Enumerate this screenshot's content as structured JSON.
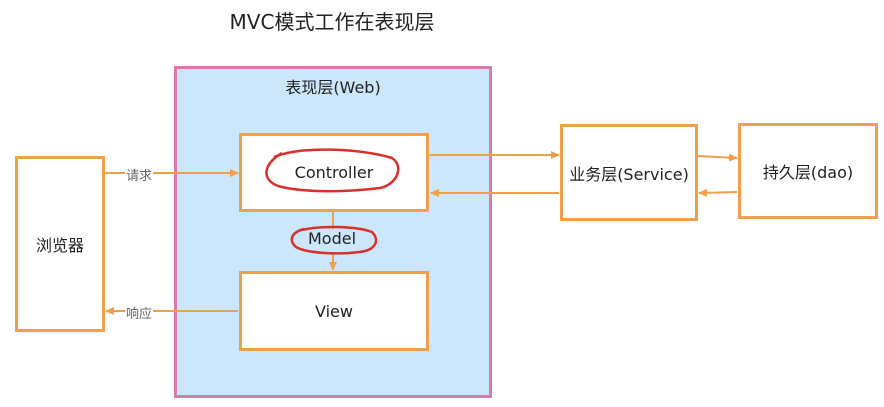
{
  "title": "MVC模式工作在表现层",
  "web_layer": {
    "label": "表现层(Web)"
  },
  "nodes": {
    "browser": "浏览器",
    "controller": "Controller",
    "model": "Model",
    "view": "View",
    "service": "业务层(Service)",
    "dao": "持久层(dao)"
  },
  "edges": {
    "request": "请求",
    "response": "响应"
  },
  "colors": {
    "box_border": "#f0a04b",
    "arrow": "#f0a04b",
    "web_layer_fill": "#cce6fb",
    "web_layer_border": "#d97aa8",
    "annotation": "#d9302c"
  }
}
